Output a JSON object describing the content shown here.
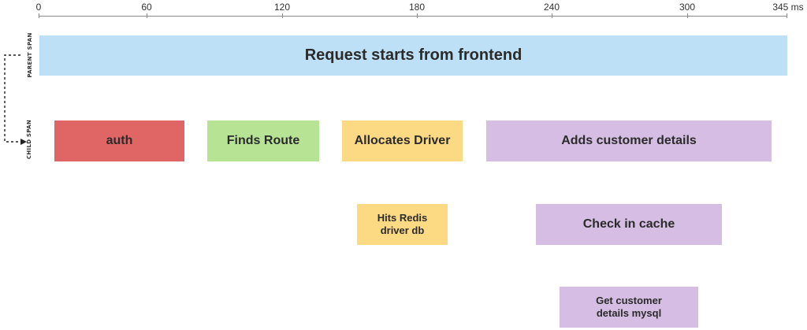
{
  "axis": {
    "ticks": [
      "0",
      "60",
      "120",
      "180",
      "240",
      "300",
      "345 ms"
    ]
  },
  "labels": {
    "parent": "PARENT SPAN",
    "child": "CHILD SPAN"
  },
  "spans": {
    "parent": "Request starts from frontend",
    "auth": "auth",
    "finds_route": "Finds Route",
    "allocates_driver": "Allocates Driver",
    "adds_customer": "Adds customer details",
    "hits_redis": "Hits Redis driver db",
    "check_cache": "Check in cache",
    "get_customer": "Get customer details mysql"
  },
  "colors": {
    "parent": "#bde0f6",
    "auth": "#e06666",
    "finds_route": "#b6e394",
    "allocates_driver": "#fcd983",
    "adds_customer": "#d5bde3",
    "hits_redis": "#fcd983",
    "check_cache": "#d5bde3",
    "get_customer": "#d5bde3"
  }
}
